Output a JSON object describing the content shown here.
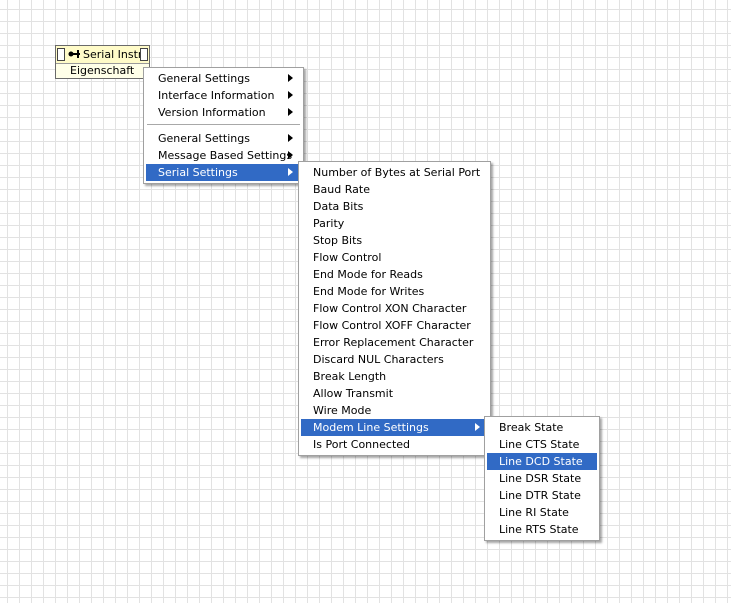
{
  "node": {
    "title": "Serial Instr",
    "subtitle": "Eigenschaft"
  },
  "menu1": {
    "group1": [
      "General Settings",
      "Interface Information",
      "Version Information"
    ],
    "group2": [
      "General Settings",
      "Message Based Settings",
      "Serial Settings"
    ],
    "highlighted": "Serial Settings"
  },
  "menu2": {
    "items": [
      "Number of Bytes at Serial Port",
      "Baud Rate",
      "Data Bits",
      "Parity",
      "Stop Bits",
      "Flow Control",
      "End Mode for Reads",
      "End Mode for Writes",
      "Flow Control XON Character",
      "Flow Control XOFF Character",
      "Error Replacement Character",
      "Discard NUL Characters",
      "Break Length",
      "Allow Transmit",
      "Wire Mode",
      "Modem Line Settings",
      "Is Port Connected"
    ],
    "highlighted": "Modem Line Settings"
  },
  "menu3": {
    "items": [
      "Break State",
      "Line CTS State",
      "Line DCD State",
      "Line DSR State",
      "Line DTR State",
      "Line RI State",
      "Line RTS State"
    ],
    "highlighted": "Line DCD State"
  },
  "colors": {
    "highlight": "#316ac5",
    "node_bg": "#fffbc8"
  }
}
